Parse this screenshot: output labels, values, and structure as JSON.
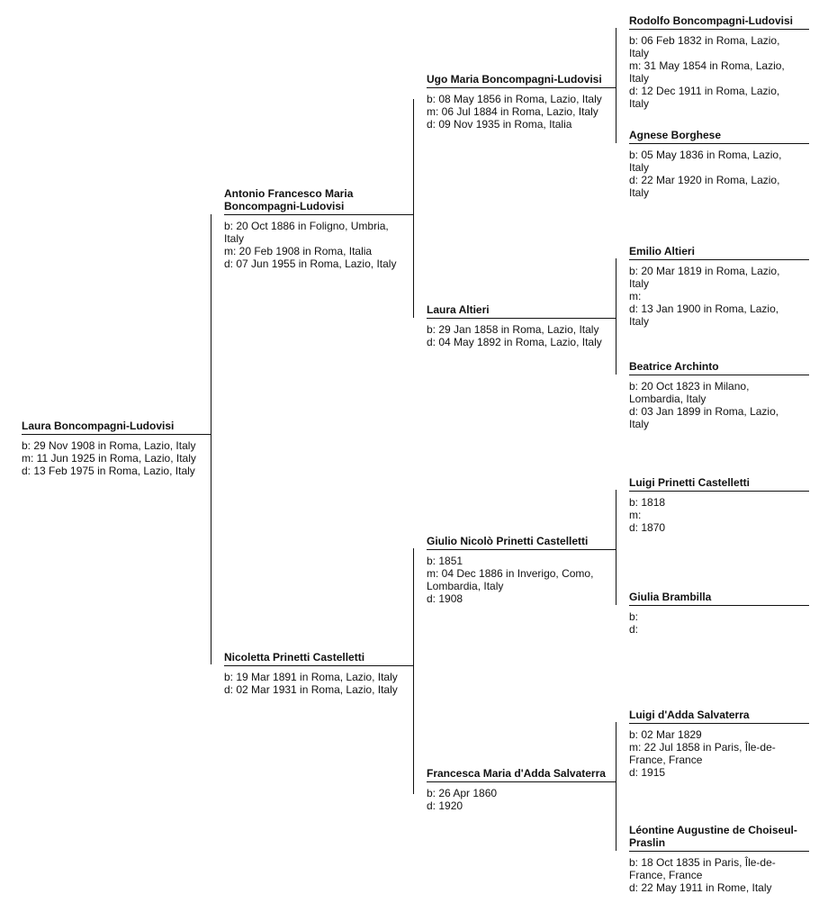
{
  "people": {
    "p1": {
      "name": "Laura Boncompagni-Ludovisi",
      "b": "b: 29 Nov 1908 in Roma, Lazio, Italy",
      "m": "m: 11 Jun 1925 in Roma, Lazio, Italy",
      "d": "d: 13 Feb 1975 in Roma, Lazio, Italy"
    },
    "p2": {
      "name": "Antonio Francesco Maria Boncompagni-Ludovisi",
      "b": "b: 20 Oct 1886 in Foligno, Umbria, Italy",
      "m": "m: 20 Feb 1908 in Roma, Italia",
      "d": "d: 07 Jun 1955 in Roma, Lazio, Italy"
    },
    "p3": {
      "name": "Nicoletta Prinetti Castelletti",
      "b": "b: 19 Mar 1891 in Roma, Lazio, Italy",
      "d": "d: 02 Mar 1931 in Roma, Lazio, Italy"
    },
    "p4": {
      "name": "Ugo Maria Boncompagni-Ludovisi",
      "b": "b: 08 May 1856 in Roma, Lazio, Italy",
      "m": "m: 06 Jul 1884 in Roma, Lazio, Italy",
      "d": "d: 09 Nov 1935 in Roma, Italia"
    },
    "p5": {
      "name": "Laura Altieri",
      "b": "b: 29 Jan 1858 in Roma, Lazio, Italy",
      "d": "d: 04 May 1892 in Roma, Lazio, Italy"
    },
    "p6": {
      "name": "Giulio Nicolò Prinetti Castelletti",
      "b": "b: 1851",
      "m": "m: 04 Dec 1886 in Inverigo, Como, Lombardia, Italy",
      "d": "d: 1908"
    },
    "p7": {
      "name": "Francesca Maria d'Adda Salvaterra",
      "b": "b: 26 Apr 1860",
      "d": "d: 1920"
    },
    "p8": {
      "name": "Rodolfo Boncompagni-Ludovisi",
      "b": "b: 06 Feb 1832 in Roma, Lazio, Italy",
      "m": "m: 31 May 1854 in Roma, Lazio, Italy",
      "d": "d: 12 Dec 1911 in Roma, Lazio, Italy"
    },
    "p9": {
      "name": "Agnese Borghese",
      "b": "b: 05 May 1836 in Roma, Lazio, Italy",
      "d": "d: 22 Mar 1920 in Roma, Lazio, Italy"
    },
    "p10": {
      "name": "Emilio Altieri",
      "b": "b: 20 Mar 1819 in Roma, Lazio, Italy",
      "m": "m:",
      "d": "d: 13 Jan 1900 in Roma, Lazio, Italy"
    },
    "p11": {
      "name": "Beatrice Archinto",
      "b": "b: 20 Oct 1823 in Milano, Lombardia, Italy",
      "d": "d: 03 Jan 1899 in Roma, Lazio, Italy"
    },
    "p12": {
      "name": "Luigi Prinetti Castelletti",
      "b": "b: 1818",
      "m": "m:",
      "d": "d: 1870"
    },
    "p13": {
      "name": "Giulia Brambilla",
      "b": "b:",
      "d": "d:"
    },
    "p14": {
      "name": "Luigi d'Adda Salvaterra",
      "b": "b: 02 Mar 1829",
      "m": "m: 22 Jul 1858 in Paris, Île-de-France, France",
      "d": "d: 1915"
    },
    "p15": {
      "name": "Léontine Augustine de Choiseul-Praslin",
      "b": "b: 18 Oct 1835 in Paris, Île-de-France, France",
      "d": "d: 22 May 1911 in Rome, Italy"
    }
  }
}
